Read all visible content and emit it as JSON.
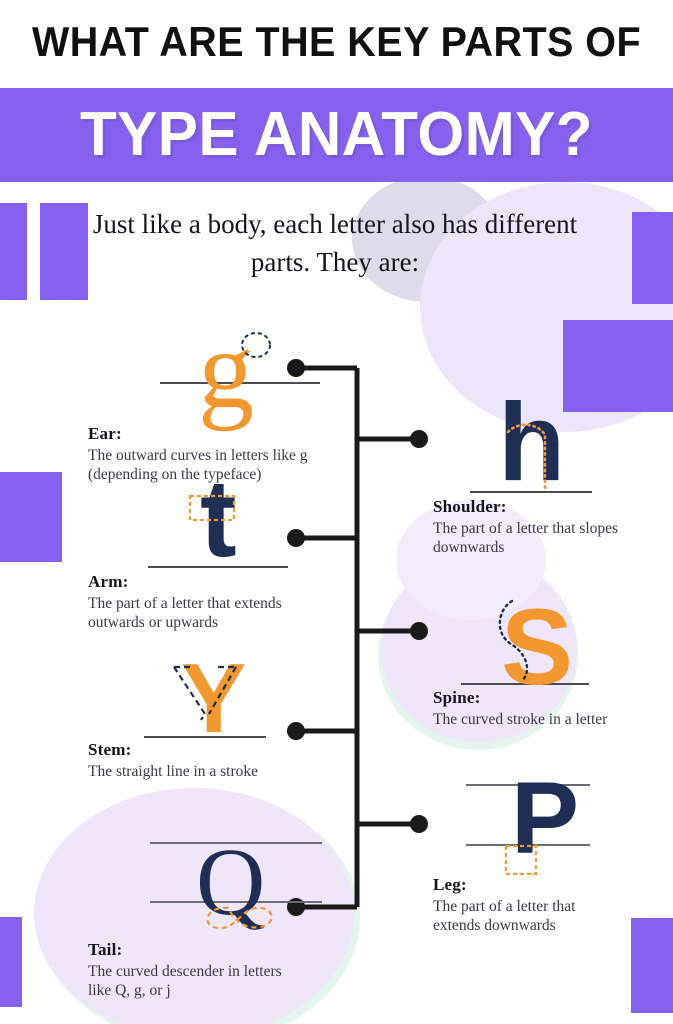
{
  "header": {
    "line1": "WHAT ARE THE KEY PARTS OF",
    "line2": "TYPE ANATOMY?",
    "subtitle": "Just like a body, each letter also has different parts. They are:"
  },
  "colors": {
    "purple": "#8661f0",
    "orange": "#F2982F",
    "navy": "#1E2E55",
    "lavender": "#EFE6FA",
    "mint": "#DFF3EC",
    "grey_blob": "#D8D4E4",
    "text_dark": "#15151c",
    "connector": "#1a1a1a"
  },
  "entries": [
    {
      "id": "ear",
      "term": "Ear:",
      "desc": "The outward curves in letters like g (depending on the typeface)",
      "letter": "g",
      "letter_color": "#F2982F",
      "marker": "dashed-ellipse",
      "marker_color": "#1E2E55",
      "side": "left"
    },
    {
      "id": "shoulder",
      "term": "Shoulder:",
      "desc": "The part of a letter that slopes downwards",
      "letter": "h",
      "letter_color": "#1E2E55",
      "marker": "dotted-arc",
      "marker_color": "#F2982F",
      "side": "right"
    },
    {
      "id": "arm",
      "term": "Arm:",
      "desc": "The part of a letter that extends outwards or upwards",
      "letter": "t",
      "letter_color": "#1E2E55",
      "marker": "dashed-rect",
      "marker_color": "#F2982F",
      "side": "left"
    },
    {
      "id": "spine",
      "term": "Spine:",
      "desc": "The curved stroke in a letter",
      "letter": "S",
      "letter_color": "#F2982F",
      "marker": "dotted-s-curve",
      "marker_color": "#1E2E55",
      "side": "right"
    },
    {
      "id": "stem",
      "term": "Stem:",
      "desc": "The straight line in a stroke",
      "letter": "Y",
      "letter_color": "#F2982F",
      "marker": "dashed-v-outline",
      "marker_color": "#1E2E55",
      "side": "left"
    },
    {
      "id": "leg",
      "term": "Leg:",
      "desc": "The part of a letter that extends downwards",
      "letter": "P",
      "letter_color": "#1E2E55",
      "marker": "dashed-rect-descender",
      "marker_color": "#F2982F",
      "side": "right"
    },
    {
      "id": "tail",
      "term": "Tail:",
      "desc": "The curved descender in letters like Q, g, or j",
      "letter": "Q",
      "letter_color": "#1E2E55",
      "marker": "dashed-loop",
      "marker_color": "#F2982F",
      "side": "left"
    }
  ]
}
